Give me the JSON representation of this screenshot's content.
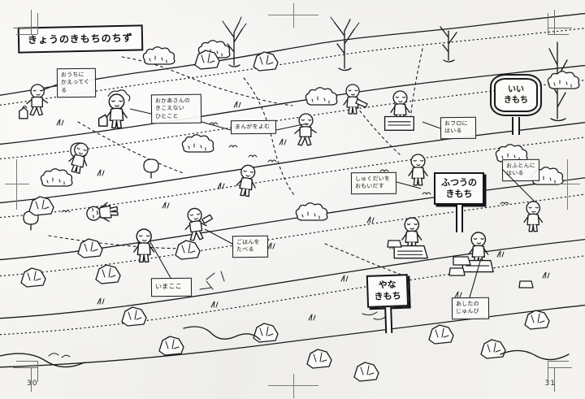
{
  "page": {
    "kind": "illustrated-book-spread",
    "background_color": "#f4f3ef",
    "ink_color": "#17181a",
    "left_page_number": "30",
    "right_page_number": "31"
  },
  "title": {
    "text": "きょうのきもちのちず"
  },
  "signs": [
    {
      "id": "futsuu",
      "text": "ふつうの\nきもち",
      "style": "wooden-post"
    },
    {
      "id": "yana",
      "text": "やな\nきもち",
      "style": "wooden-post"
    },
    {
      "id": "ii",
      "text": "いい\nきもち",
      "style": "ornate-frame"
    }
  ],
  "labels": [
    {
      "id": "kaette",
      "text": "おうちに\nかえってくる"
    },
    {
      "id": "okaasan",
      "text": "おかあさんの\nきこえない\nひとこと"
    },
    {
      "id": "manga",
      "text": "まんがをよむ"
    },
    {
      "id": "ofuro",
      "text": "おフロに\nはいる"
    },
    {
      "id": "shukudai",
      "text": "しゅくだいを\nおもいだす"
    },
    {
      "id": "ofuton",
      "text": "おふとんに\nはいる"
    },
    {
      "id": "gohan",
      "text": "ごはんを\nたべる"
    },
    {
      "id": "imakoko",
      "text": "いまここ"
    },
    {
      "id": "ashita",
      "text": "あしたの\nじゅんび"
    }
  ],
  "scene": {
    "description": "hand drawn isometric map with terraced paths, trees, rocks, bushes and small children figures",
    "figure_count": 14,
    "tree_count": 4
  }
}
